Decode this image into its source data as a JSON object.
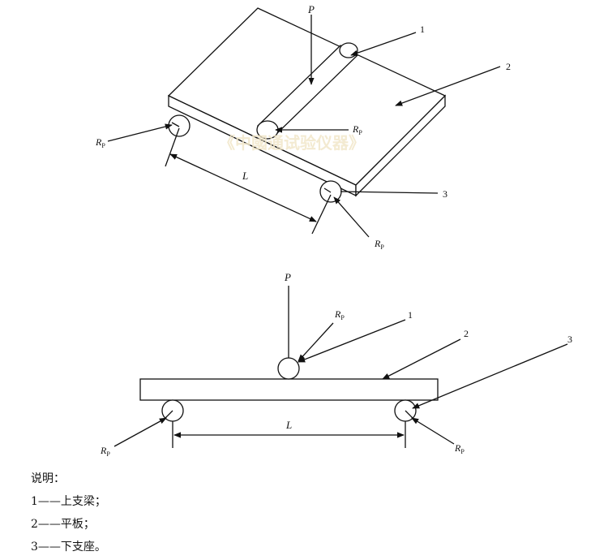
{
  "watermark": "《中國通试验仪器》",
  "top_view": {
    "load_label": "P",
    "callout_1": "1",
    "callout_2": "2",
    "callout_3": "3",
    "radius_base": "R",
    "radius_sub": "P",
    "span_label": "L"
  },
  "front_view": {
    "load_label": "P",
    "callout_1": "1",
    "callout_2": "2",
    "callout_3": "3",
    "radius_base": "R",
    "radius_sub": "P",
    "span_label": "L"
  },
  "legend": {
    "title": "说明：",
    "items": [
      "1——上支梁；",
      "2——平板；",
      "3——下支座。"
    ]
  }
}
